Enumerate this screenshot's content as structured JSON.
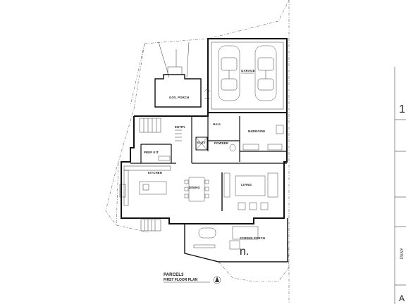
{
  "plan": {
    "title": "PARCEL3",
    "subtitle": "FIRST FLOOR PLAN"
  },
  "rooms": {
    "garage": "GARAGE",
    "gov_porch": "GOV. PORCH",
    "entry": "ENTRY",
    "hall": "HALL",
    "mudroom": "MUDROOM",
    "powder": "POWDER",
    "elev": "ELEV",
    "prep_kit": "PREP KIT",
    "kitchen": "KITCHEN",
    "dining": "DINING",
    "living": "LIVING",
    "screen_porch": "SCREEN PORCH"
  },
  "title_block": {
    "left_mark": "n.",
    "right_mark": "1",
    "vertical_label": "PANY",
    "bottom_mark": "A"
  },
  "colors": {
    "wall": "#111111",
    "site_line": "#666666",
    "background": "#ffffff"
  }
}
